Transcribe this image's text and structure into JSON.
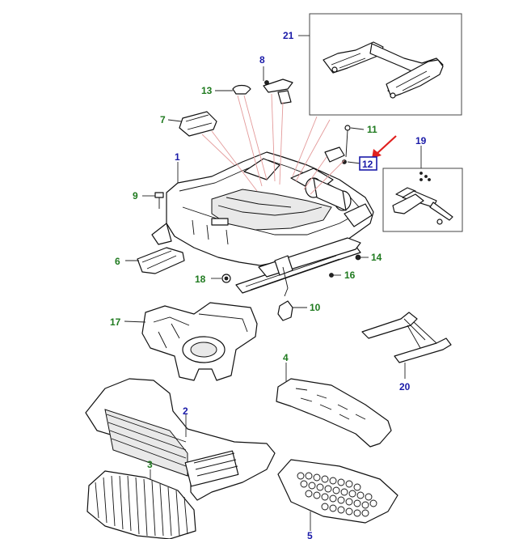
{
  "colors": {
    "callout_green": "#1f7a1f",
    "callout_blue": "#1a1aa8",
    "highlight_box": "#1a1aa8",
    "arrow": "#e0201e",
    "leader_pink": "#e39a9a"
  },
  "callouts": {
    "c1": "1",
    "c2": "2",
    "c3": "3",
    "c4": "4",
    "c5": "5",
    "c6": "6",
    "c7": "7",
    "c8": "8",
    "c9": "9",
    "c10": "10",
    "c11": "11",
    "c12": "12",
    "c13": "13",
    "c14": "14",
    "c16": "16",
    "c17": "17",
    "c18": "18",
    "c19": "19",
    "c20": "20",
    "c21": "21"
  },
  "highlighted_callout": "12"
}
